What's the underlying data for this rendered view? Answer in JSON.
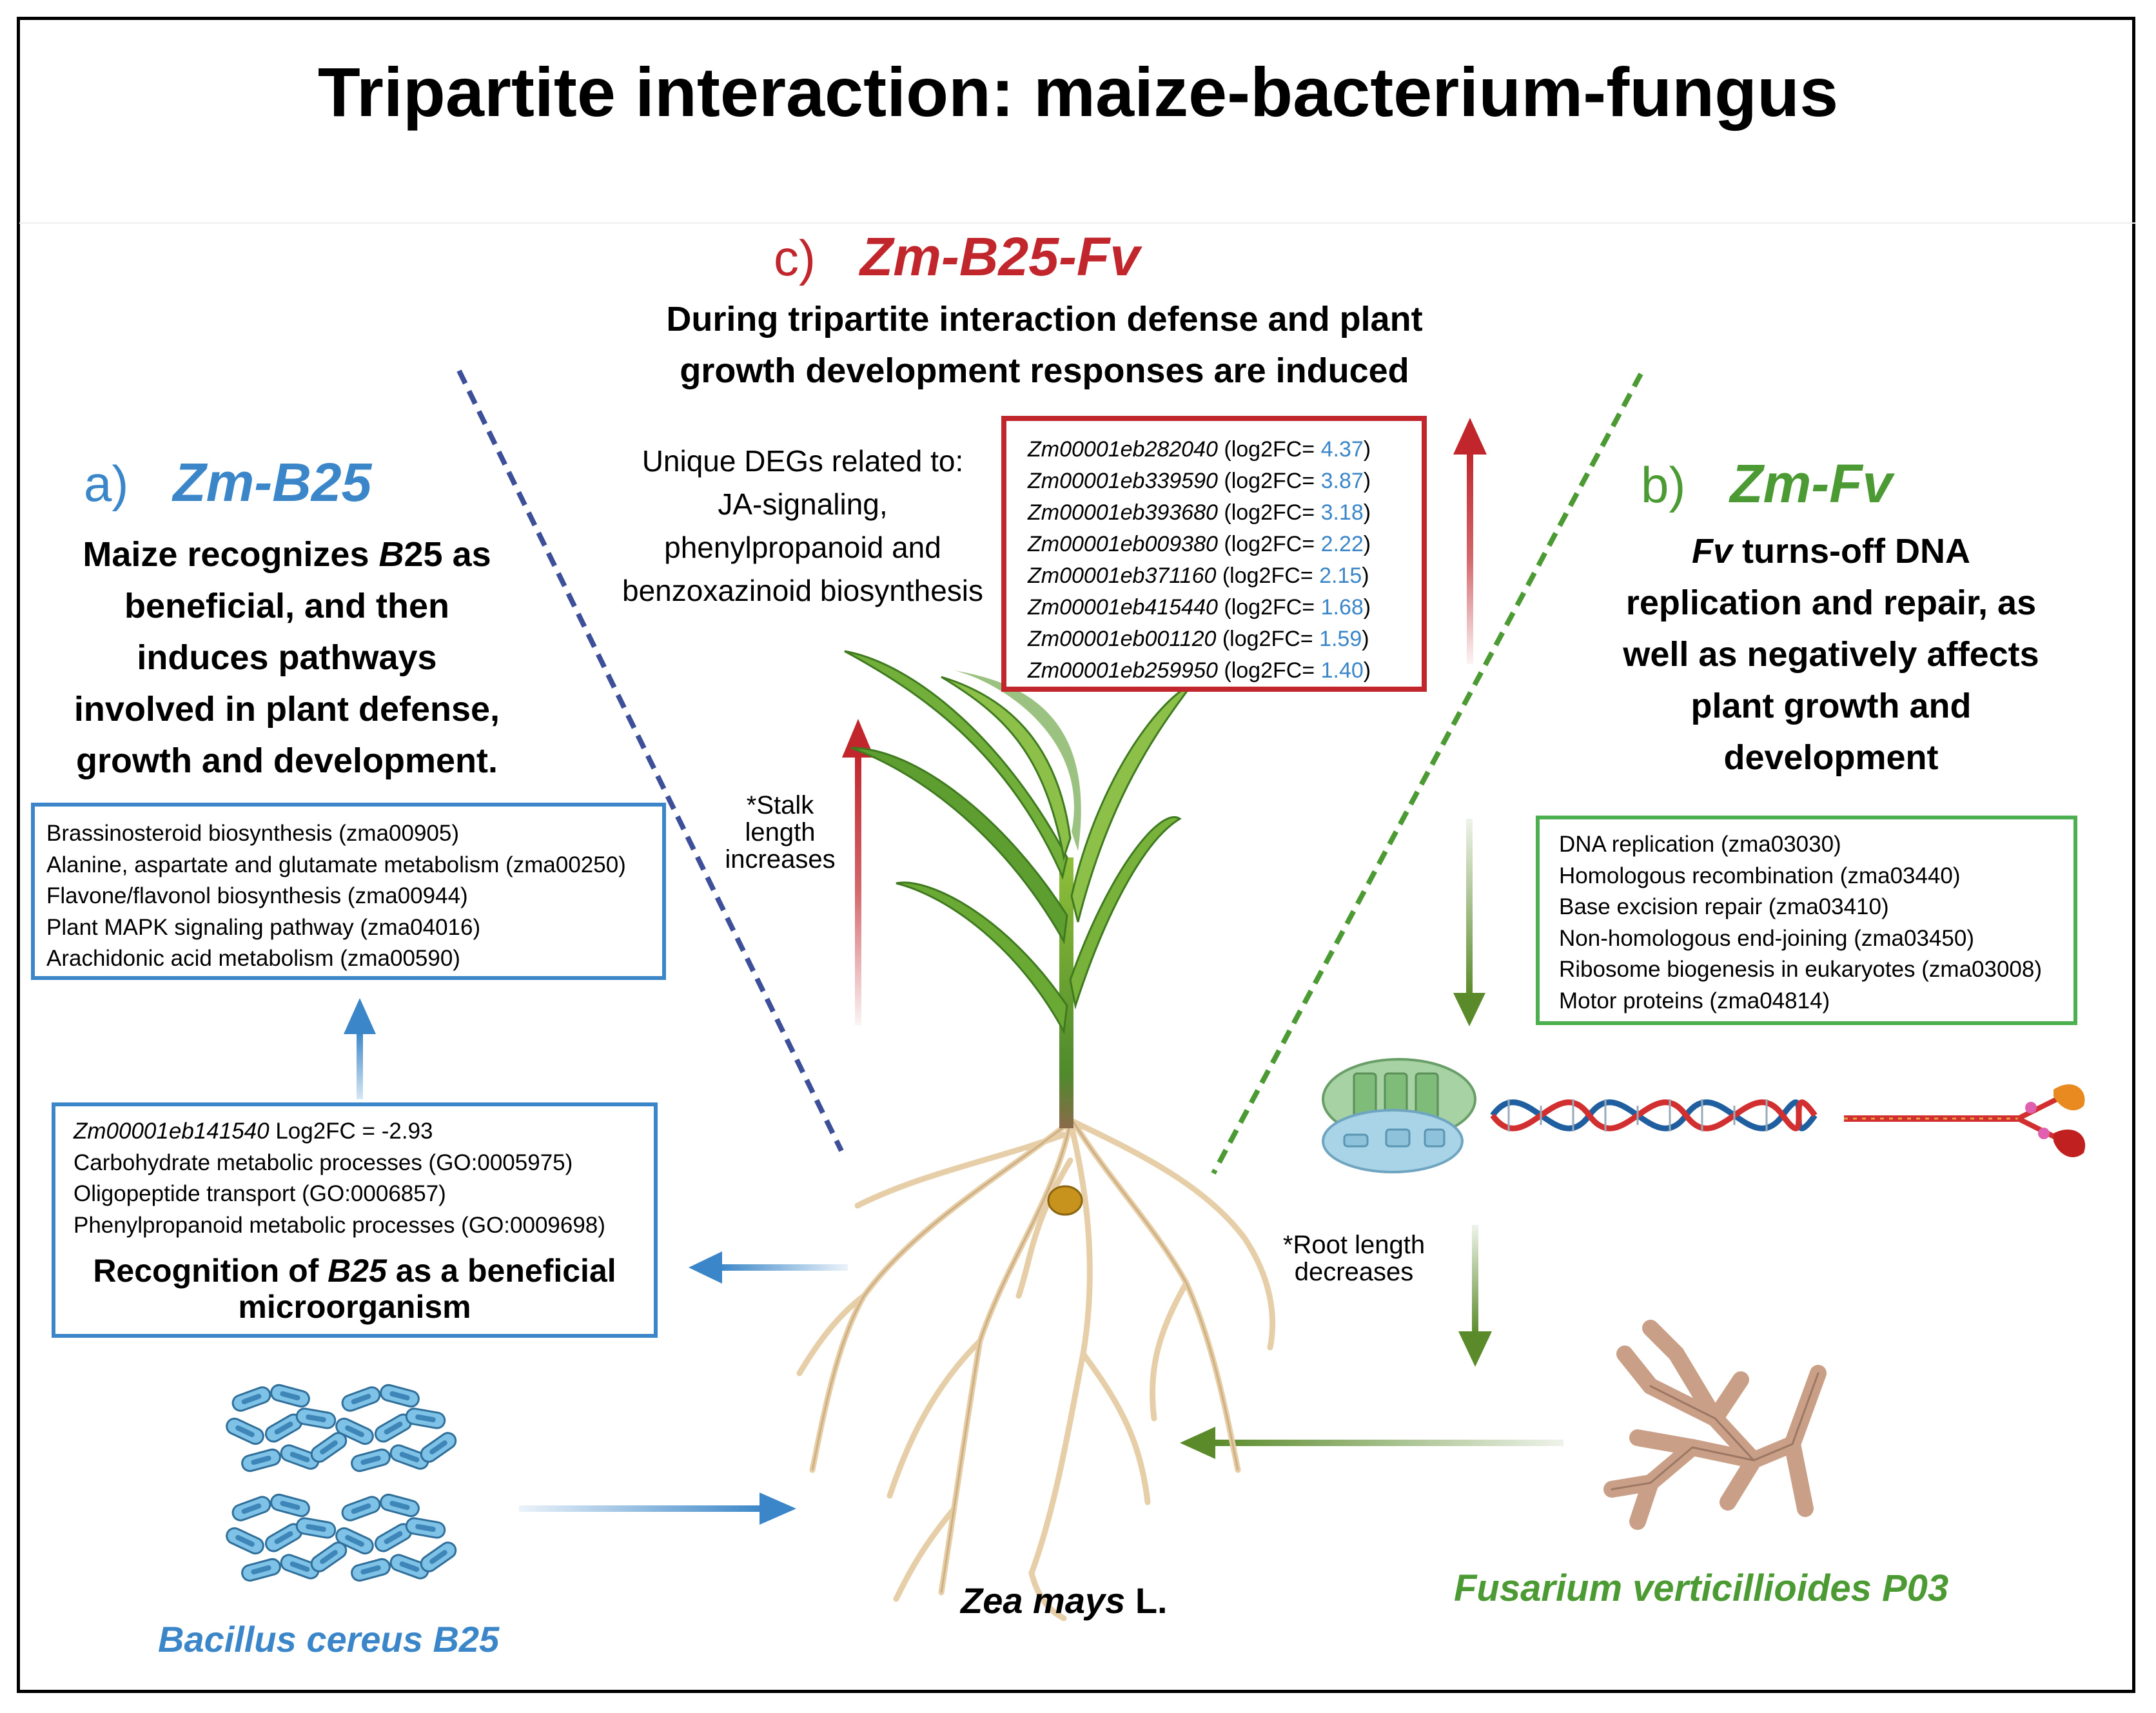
{
  "title": "Tripartite interaction: maize-bacterium-fungus",
  "section_c": {
    "letter": "c)",
    "name": "Zm-B25-Fv",
    "heading": [
      "During tripartite interaction defense and plant",
      "growth development responses are induced"
    ],
    "unique_degs": [
      "Unique DEGs related to:",
      "JA-signaling,",
      "phenylpropanoid and",
      "benzoxazinoid biosynthesis"
    ],
    "deg_label": "log2FC=",
    "degs": [
      {
        "gene": "Zm00001eb282040",
        "fc": "4.37"
      },
      {
        "gene": "Zm00001eb339590",
        "fc": "3.87"
      },
      {
        "gene": "Zm00001eb393680",
        "fc": "3.18"
      },
      {
        "gene": "Zm00001eb009380",
        "fc": "2.22"
      },
      {
        "gene": "Zm00001eb371160",
        "fc": "2.15"
      },
      {
        "gene": "Zm00001eb415440",
        "fc": "1.68"
      },
      {
        "gene": "Zm00001eb001120",
        "fc": "1.59"
      },
      {
        "gene": "Zm00001eb259950",
        "fc": "1.40"
      }
    ],
    "stalk_note": [
      "*Stalk",
      "length",
      "increases"
    ]
  },
  "section_a": {
    "letter": "a)",
    "name": "Zm-B25",
    "heading": [
      "Maize recognizes ",
      "B",
      "25 as",
      "beneficial, and then",
      "induces  pathways",
      "involved in plant defense,",
      "growth and development."
    ],
    "pathways": [
      "Brassinosteroid biosynthesis (zma00905)",
      "Alanine, aspartate and glutamate metabolism (zma00250)",
      "Flavone/flavonol biosynthesis (zma00944)",
      "Plant MAPK signaling pathway (zma04016)",
      "Arachidonic acid metabolism (zma00590)"
    ],
    "recognition_gene": "Zm00001eb141540",
    "recognition_fc": " Log2FC = -2.93",
    "go_terms": [
      "Carbohydrate metabolic processes (GO:0005975)",
      "Oligopeptide transport (GO:0006857)",
      "Phenylpropanoid metabolic processes (GO:0009698)"
    ],
    "recognition_title_1a": "Recognition of ",
    "recognition_title_1b": "B25",
    "recognition_title_1c": " as a beneficial",
    "recognition_title_2": "microorganism",
    "organism": "Bacillus cereus B25"
  },
  "section_b": {
    "letter": "b)",
    "name": "Zm-Fv",
    "heading_em": "Fv",
    "heading": [
      " turns-off DNA",
      "replication and repair, as",
      "well as negatively affects",
      "plant growth and",
      "development"
    ],
    "pathways": [
      "DNA replication (zma03030)",
      "Homologous recombination (zma03440)",
      "Base excision repair (zma03410)",
      "Non-homologous end-joining (zma03450)",
      "Ribosome biogenesis in eukaryotes (zma03008)",
      "Motor proteins (zma04814)"
    ],
    "root_note": [
      "*Root length",
      "decreases"
    ],
    "organism": "Fusarium verticillioides P03"
  },
  "plant": {
    "name": "Zea mays",
    "suffix": " L."
  },
  "colors": {
    "blue": "#3a86c8",
    "green": "#4c9a33",
    "red": "#c0262c",
    "olive": "#5a8a2a",
    "dark_blue_dash": "#3d4f99"
  }
}
